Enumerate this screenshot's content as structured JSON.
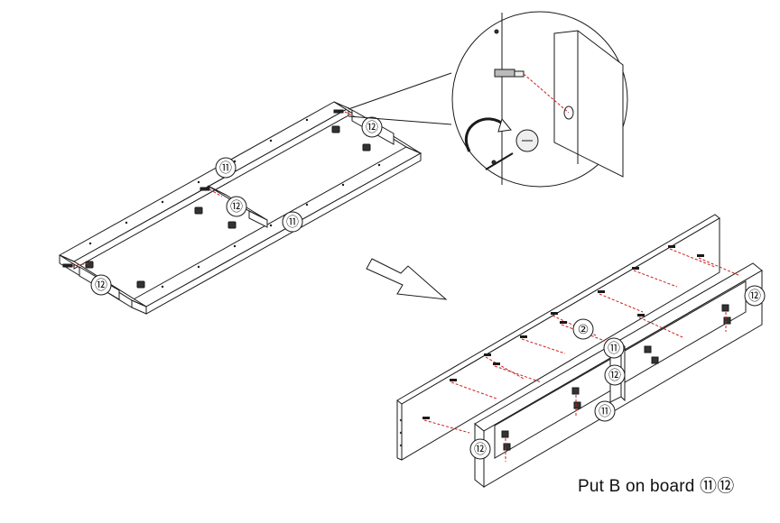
{
  "instruction": "Put B on board ⑪⑫",
  "labels": {
    "board_11": "⑪",
    "board_12": "⑫",
    "panel_2": "②"
  },
  "colors": {
    "line": "#1a1a1a",
    "hardware_guide": "#d11a1a"
  }
}
